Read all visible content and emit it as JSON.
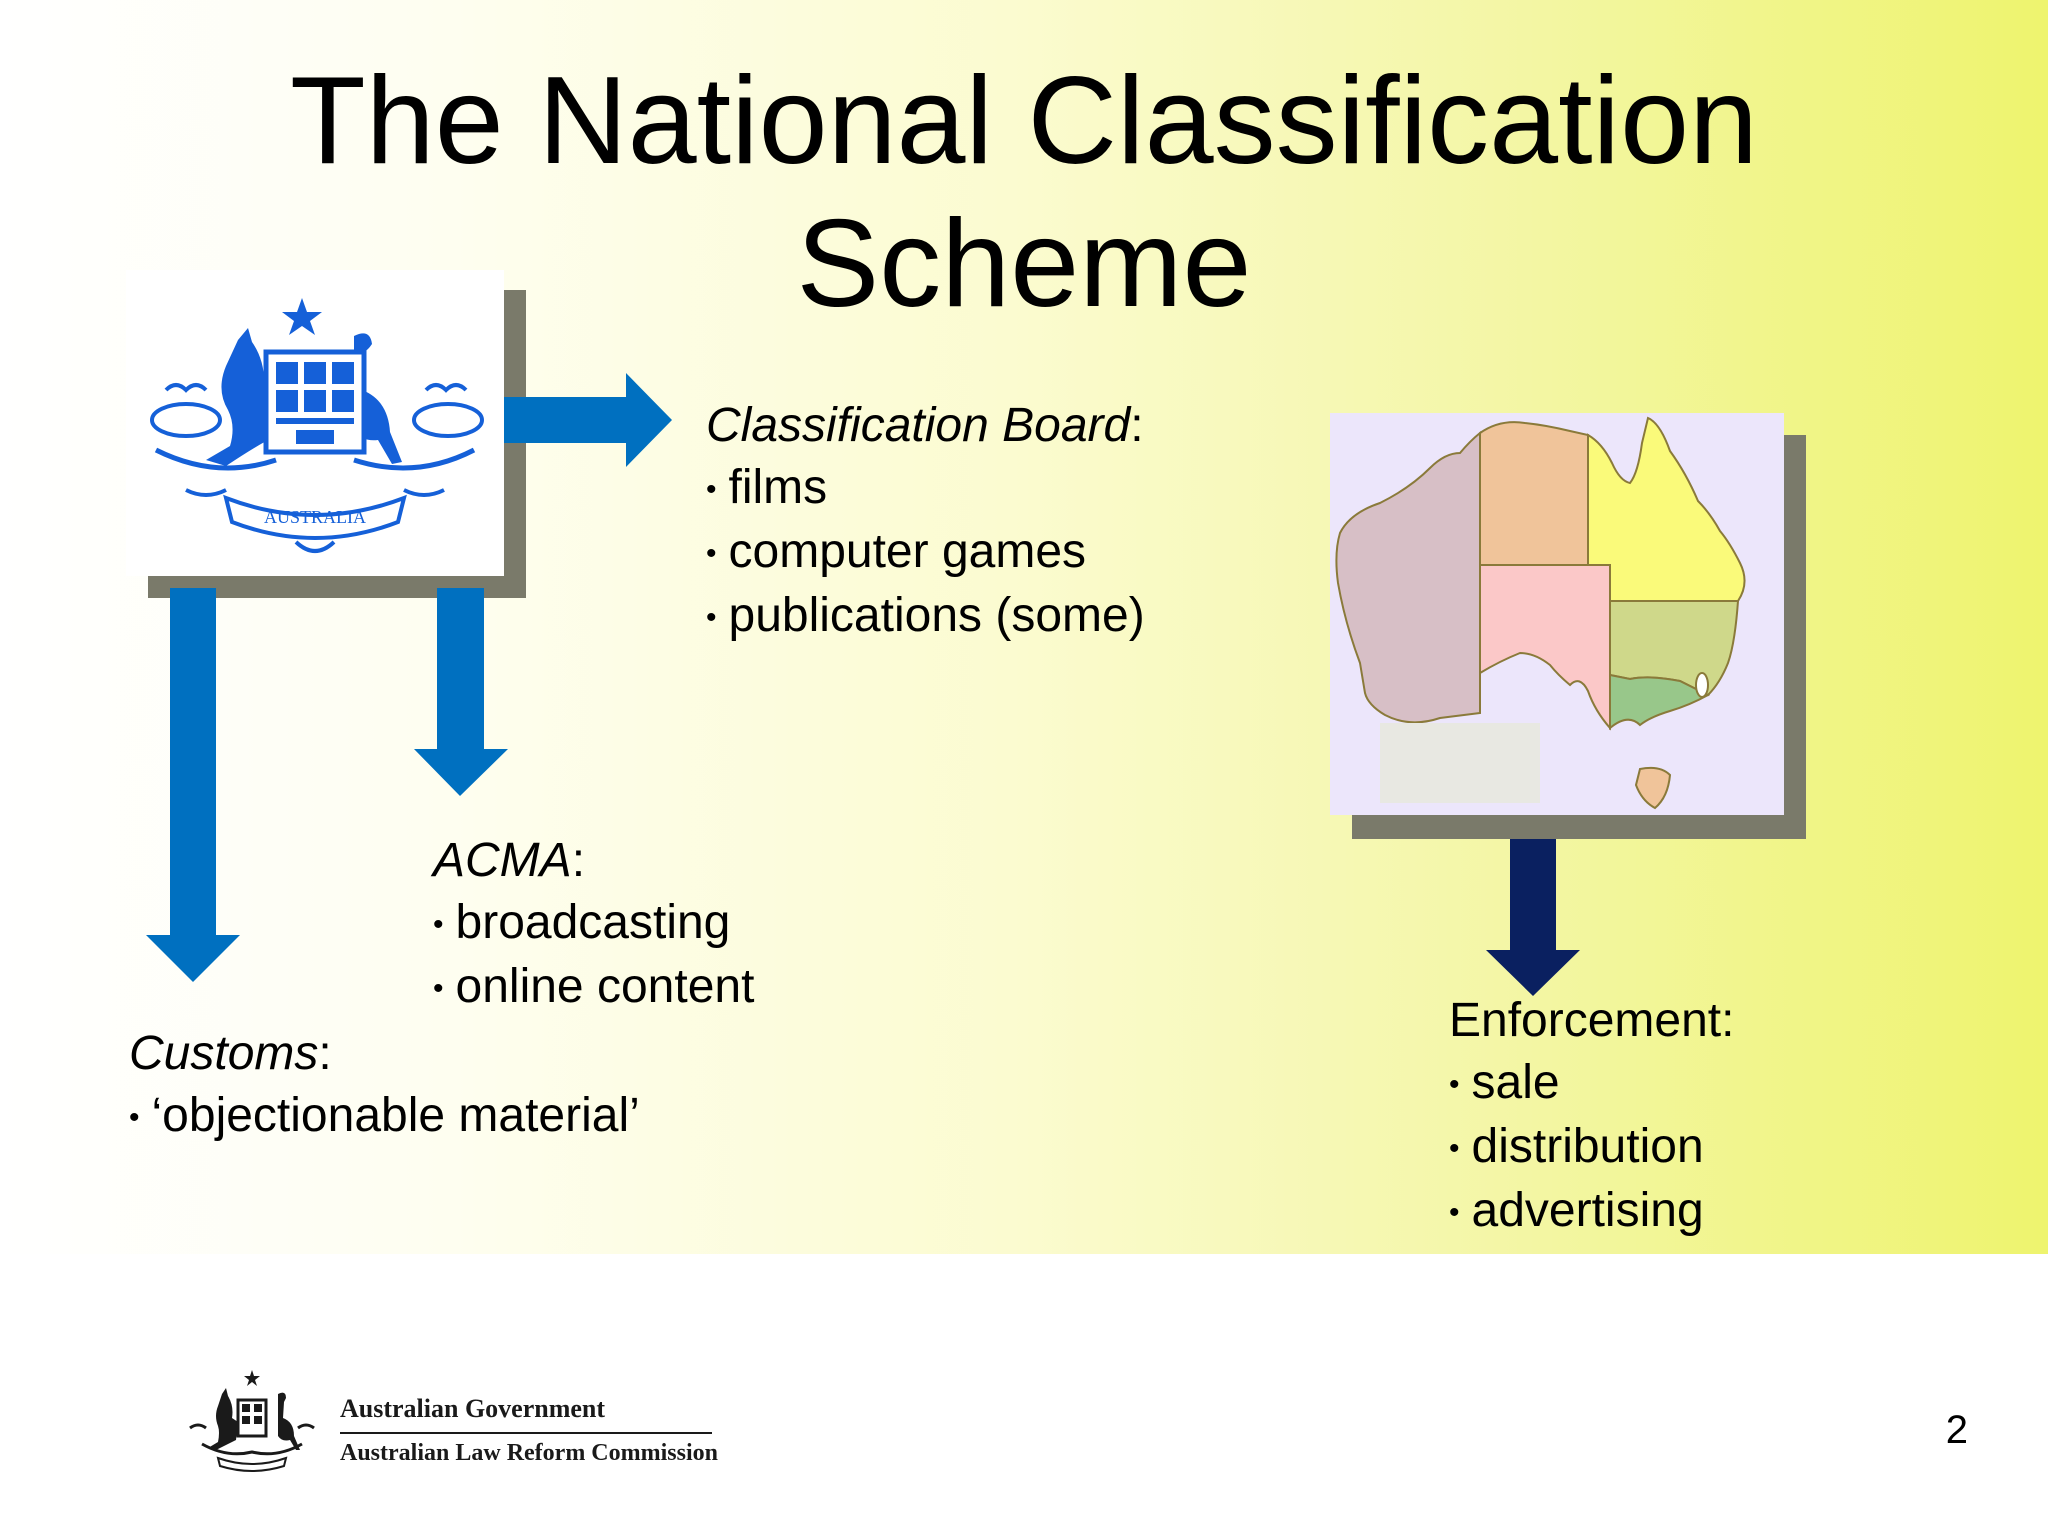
{
  "title": {
    "line1": "The National Classification",
    "line2": "Scheme"
  },
  "classification_board": {
    "head": "Classification Board",
    "colon": ":",
    "items": [
      "films",
      "computer games",
      "publications (some)"
    ]
  },
  "acma": {
    "head": "ACMA",
    "colon": ":",
    "items": [
      "broadcasting",
      "online content"
    ]
  },
  "customs": {
    "head": "Customs",
    "colon": ":",
    "items": [
      "‘objectionable material’"
    ]
  },
  "enforcement": {
    "head": "Enforcement:",
    "items": [
      "sale",
      "distribution",
      "advertising"
    ]
  },
  "footer": {
    "org_line1": "Australian Government",
    "org_line2": "Australian Law Reform Commission",
    "page_number": "2"
  },
  "coat_of_arms_lettering": "AUSTRALIA",
  "colors": {
    "arrow_blue": "#0070c0",
    "arrow_navy": "#0a2060",
    "crest_blue": "#1560d8"
  }
}
